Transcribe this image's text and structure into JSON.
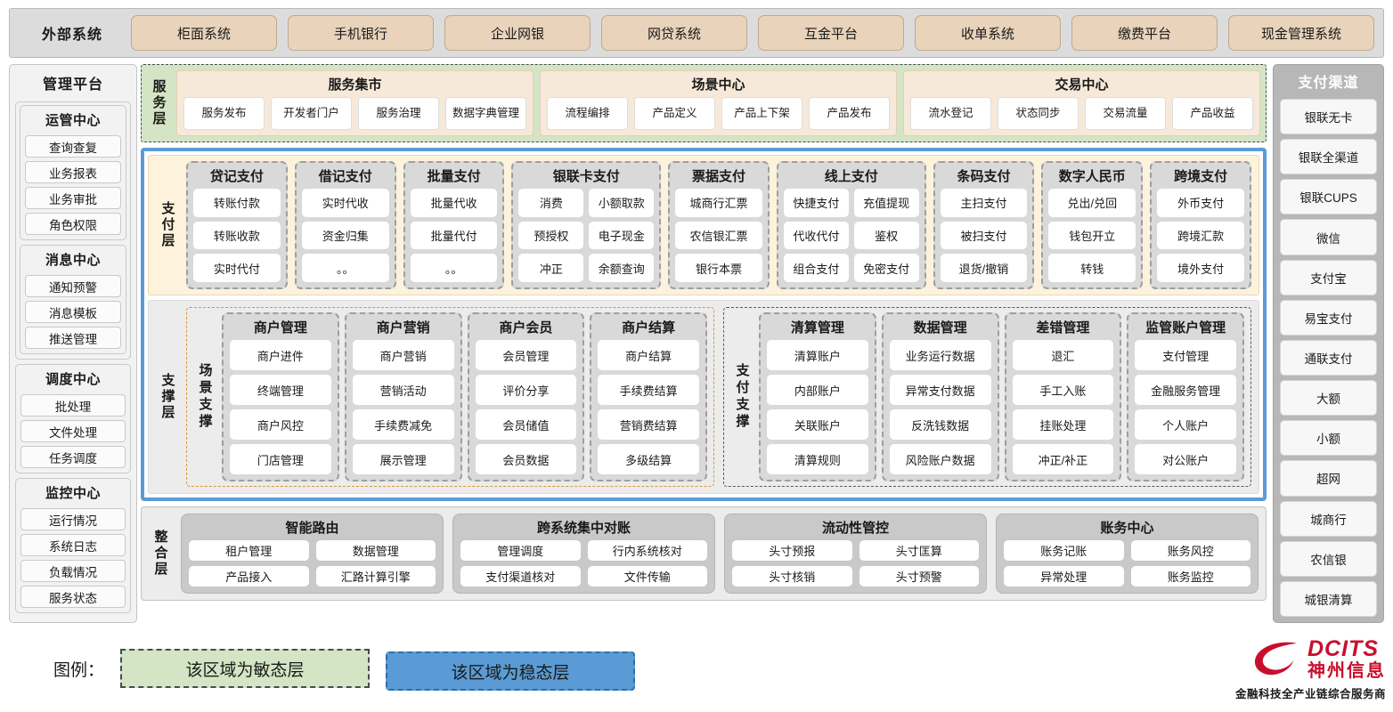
{
  "external": {
    "title": "外部系统",
    "items": [
      "柜面系统",
      "手机银行",
      "企业网银",
      "网贷系统",
      "互金平台",
      "收单系统",
      "缴费平台",
      "现金管理系统"
    ]
  },
  "management": {
    "title": "管理平台",
    "groups": [
      {
        "title": "运管中心",
        "items": [
          "查询查复",
          "业务报表",
          "业务审批",
          "角色权限"
        ]
      },
      {
        "title": "消息中心",
        "items": [
          "通知预警",
          "消息模板",
          "推送管理"
        ]
      },
      {
        "title": "调度中心",
        "items": [
          "批处理",
          "文件处理",
          "任务调度"
        ]
      },
      {
        "title": "监控中心",
        "items": [
          "运行情况",
          "系统日志",
          "负载情况",
          "服务状态"
        ]
      }
    ]
  },
  "service_layer": {
    "label": "服务层",
    "panels": [
      {
        "title": "服务集市",
        "chips": [
          "服务发布",
          "开发者门户",
          "服务治理",
          "数据字典管理"
        ]
      },
      {
        "title": "场景中心",
        "chips": [
          "流程编排",
          "产品定义",
          "产品上下架",
          "产品发布"
        ]
      },
      {
        "title": "交易中心",
        "chips": [
          "流水登记",
          "状态同步",
          "交易流量",
          "产品收益"
        ]
      }
    ]
  },
  "payment_layer": {
    "label": "支付层",
    "groups": [
      {
        "title": "贷记支付",
        "cols": 1,
        "cells": [
          "转账付款",
          "转账收款",
          "实时代付"
        ]
      },
      {
        "title": "借记支付",
        "cols": 1,
        "cells": [
          "实时代收",
          "资金归集",
          "。。"
        ]
      },
      {
        "title": "批量支付",
        "cols": 1,
        "cells": [
          "批量代收",
          "批量代付",
          "。。"
        ]
      },
      {
        "title": "银联卡支付",
        "cols": 2,
        "cells": [
          "消费",
          "小额取款",
          "预授权",
          "电子现金",
          "冲正",
          "余额查询"
        ]
      },
      {
        "title": "票据支付",
        "cols": 1,
        "cells": [
          "城商行汇票",
          "农信银汇票",
          "银行本票"
        ]
      },
      {
        "title": "线上支付",
        "cols": 2,
        "cells": [
          "快捷支付",
          "充值提现",
          "代收代付",
          "鉴权",
          "组合支付",
          "免密支付"
        ]
      },
      {
        "title": "条码支付",
        "cols": 1,
        "cells": [
          "主扫支付",
          "被扫支付",
          "退货/撤销"
        ]
      },
      {
        "title": "数字人民币",
        "cols": 1,
        "cells": [
          "兑出/兑回",
          "钱包开立",
          "转钱"
        ]
      },
      {
        "title": "跨境支付",
        "cols": 1,
        "cells": [
          "外币支付",
          "跨境汇款",
          "境外支付"
        ]
      }
    ]
  },
  "support_layer": {
    "label": "支撑层",
    "zones": [
      {
        "label": "场景支撑",
        "groups": [
          {
            "title": "商户管理",
            "cells": [
              "商户进件",
              "终端管理",
              "商户风控",
              "门店管理"
            ]
          },
          {
            "title": "商户营销",
            "cells": [
              "商户营销",
              "营销活动",
              "手续费减免",
              "展示管理"
            ]
          },
          {
            "title": "商户会员",
            "cells": [
              "会员管理",
              "评价分享",
              "会员储值",
              "会员数据"
            ]
          },
          {
            "title": "商户结算",
            "cells": [
              "商户结算",
              "手续费结算",
              "营销费结算",
              "多级结算"
            ]
          }
        ]
      },
      {
        "label": "支付支撑",
        "groups": [
          {
            "title": "清算管理",
            "cells": [
              "清算账户",
              "内部账户",
              "关联账户",
              "清算规则"
            ]
          },
          {
            "title": "数据管理",
            "cells": [
              "业务运行数据",
              "异常支付数据",
              "反洗钱数据",
              "风险账户数据"
            ]
          },
          {
            "title": "差错管理",
            "cells": [
              "退汇",
              "手工入账",
              "挂账处理",
              "冲正/补正"
            ]
          },
          {
            "title": "监管账户管理",
            "cells": [
              "支付管理",
              "金融服务管理",
              "个人账户",
              "对公账户"
            ]
          }
        ]
      }
    ]
  },
  "integration_layer": {
    "label": "整合层",
    "panels": [
      {
        "title": "智能路由",
        "cells": [
          "租户管理",
          "数据管理",
          "产品接入",
          "汇路计算引擎"
        ]
      },
      {
        "title": "跨系统集中对账",
        "cells": [
          "管理调度",
          "行内系统核对",
          "支付渠道核对",
          "文件传输"
        ]
      },
      {
        "title": "流动性管控",
        "cells": [
          "头寸预报",
          "头寸匡算",
          "头寸核销",
          "头寸预警"
        ]
      },
      {
        "title": "账务中心",
        "cells": [
          "账务记账",
          "账务风控",
          "异常处理",
          "账务监控"
        ]
      }
    ]
  },
  "channels": {
    "title": "支付渠道",
    "items": [
      "银联无卡",
      "银联全渠道",
      "银联CUPS",
      "微信",
      "支付宝",
      "易宝支付",
      "通联支付",
      "大额",
      "小额",
      "超网",
      "城商行",
      "农信银",
      "城银清算"
    ]
  },
  "legend": {
    "label": "图例：",
    "agile_text": "该区域为敏态层",
    "stable_text": "该区域为稳态层",
    "agile_color": "#d3e5c4",
    "stable_color": "#5b9bd5"
  },
  "logo": {
    "en": "DCITS",
    "cn": "神州信息",
    "tagline": "金融科技全产业链综合服务商",
    "brand_color": "#c8102e"
  }
}
